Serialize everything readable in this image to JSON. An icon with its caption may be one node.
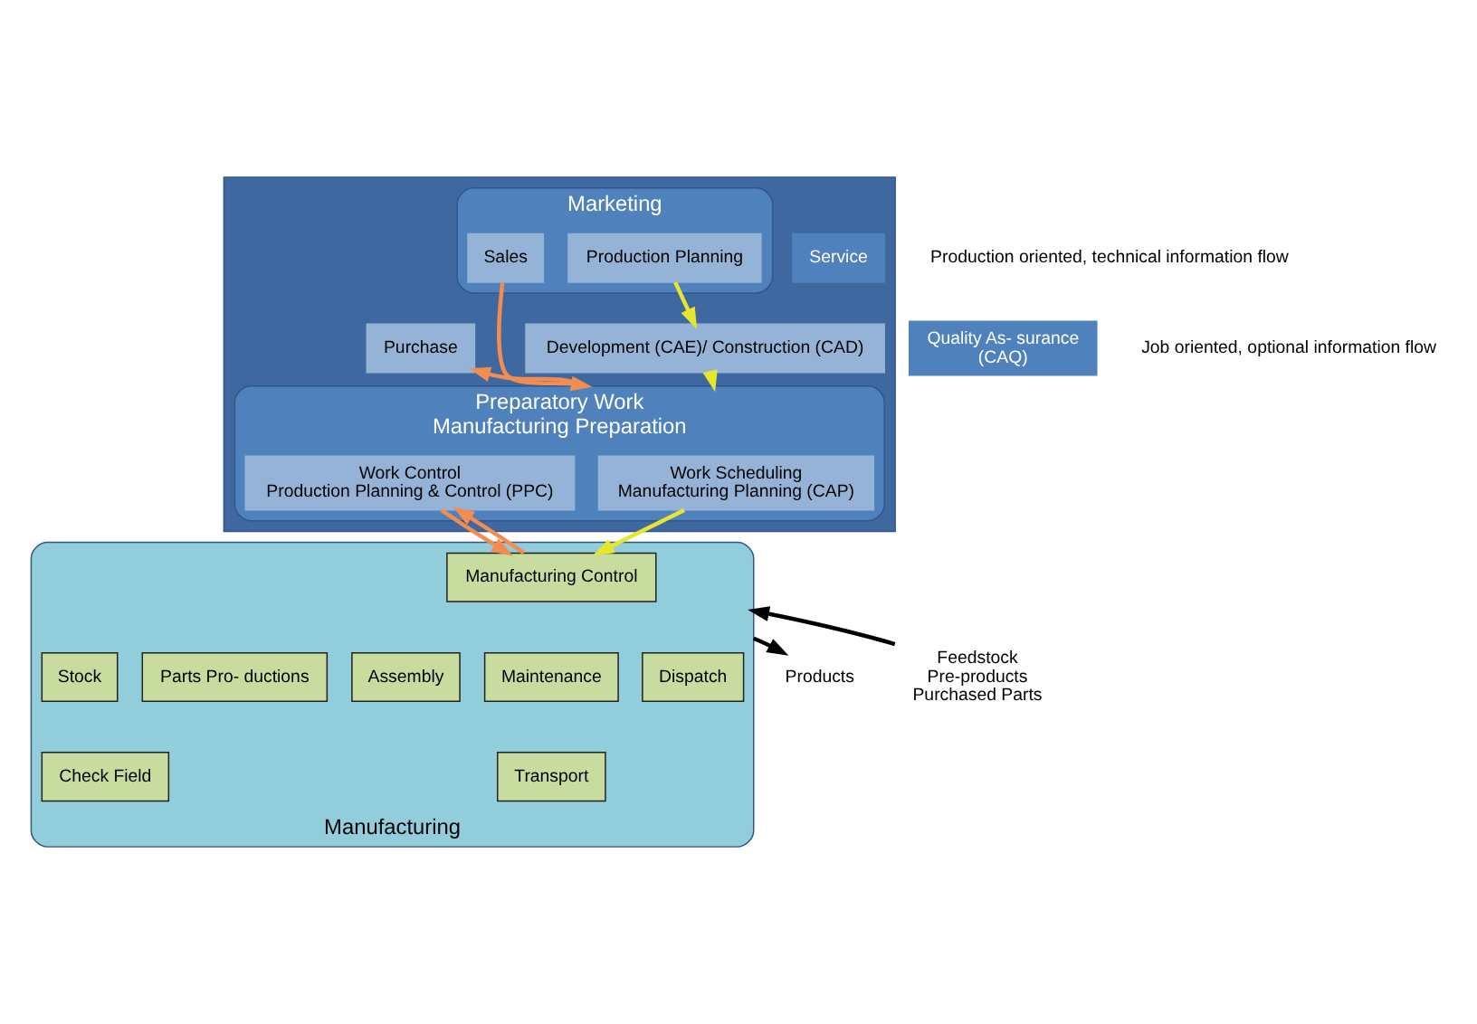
{
  "diagram": {
    "nodes": [
      {
        "text": [],
        "shape": "box"
      },
      {
        "text": [
          "Service"
        ],
        "in": 0
      },
      {
        "text": [
          "Marketing"
        ],
        "in": 0
      },
      {
        "text": [
          "Production Planning"
        ],
        "in": 2
      },
      {
        "text": [
          "Sales"
        ],
        "in": 2
      },
      {
        "text": [
          "Quality As- surance",
          "(CAQ)"
        ]
      },
      {
        "text": [
          "Development (CAE)/ Construction (CAD)"
        ],
        "in": 0
      },
      {
        "text": [
          "Purchase"
        ],
        "in": 0
      },
      {
        "text": [
          "Preparatory Work",
          "Manufacturing Preparation"
        ],
        "in": 0
      },
      {
        "text": [
          "Work Scheduling",
          "Manufacturing Planning (CAP)"
        ],
        "in": 8
      },
      {
        "text": [
          "Work Control",
          "Production Planning & Control (PPC)"
        ],
        "in": 8
      },
      {
        "text": [
          "Manufacturing"
        ]
      },
      {
        "text": [
          "Manufacturing Control"
        ],
        "in": 11
      },
      {
        "text": [
          "Stock"
        ],
        "in": 11
      },
      {
        "text": [
          "Check Field"
        ],
        "in": 11
      },
      {
        "text": [
          "Parts Pro- ductions"
        ],
        "in": 11
      },
      {
        "text": [
          "Assembly"
        ],
        "in": 11
      },
      {
        "text": [
          "Maintenance"
        ],
        "in": 11
      },
      {
        "text": [
          "Transport"
        ],
        "in": 11
      },
      {
        "text": [
          "Dispatch"
        ],
        "in": 11
      },
      {
        "text": [
          "Feedstock",
          "Pre-products",
          "Purchased Parts"
        ]
      },
      {
        "text": [
          "Products"
        ]
      }
    ],
    "edges": [
      {
        "from": 3,
        "to": 6,
        "arrow": "to",
        "color": "#e6e62e"
      },
      {
        "from": 4,
        "to": 8,
        "arrow": "to",
        "color": "#f28c50"
      },
      {
        "from": 6,
        "to": 8,
        "arrow": "to",
        "color": "#e6e62e"
      },
      {
        "from": 8,
        "to": 7,
        "arrow": "to",
        "color": "#f28c50"
      },
      {
        "from": 9,
        "to": 12,
        "arrow": "to",
        "color": "#e6e62e"
      },
      {
        "from": 10,
        "to": 12,
        "arrow": "to",
        "color": "#f28c50"
      },
      {
        "from": 12,
        "to": 10,
        "arrow": "to",
        "color": "#f28c50"
      },
      {
        "from": 20,
        "to": 11,
        "arrow": "to",
        "color": "#000000"
      },
      {
        "from": 11,
        "to": 21,
        "arrow": "to",
        "color": "#000000"
      }
    ],
    "legend": [
      {
        "text": "Production oriented, technical information flow"
      },
      {
        "text": "Job oriented, optional information flow"
      }
    ]
  }
}
